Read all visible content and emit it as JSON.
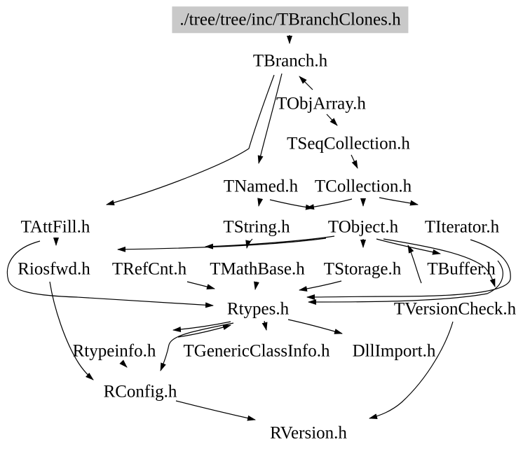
{
  "graph": {
    "root": {
      "label": "./tree/tree/inc/TBranchClones.h",
      "fill": "#c9c9c9"
    },
    "nodes": [
      {
        "id": "TBranchClones",
        "label": "./tree/tree/inc/TBranchClones.h"
      },
      {
        "id": "TBranch",
        "label": "TBranch.h"
      },
      {
        "id": "TObjArray",
        "label": "TObjArray.h"
      },
      {
        "id": "TSeqCollection",
        "label": "TSeqCollection.h"
      },
      {
        "id": "TNamed",
        "label": "TNamed.h"
      },
      {
        "id": "TCollection",
        "label": "TCollection.h"
      },
      {
        "id": "TAttFill",
        "label": "TAttFill.h"
      },
      {
        "id": "TString",
        "label": "TString.h"
      },
      {
        "id": "TObject",
        "label": "TObject.h"
      },
      {
        "id": "TIterator",
        "label": "TIterator.h"
      },
      {
        "id": "Riosfwd",
        "label": "Riosfwd.h"
      },
      {
        "id": "TRefCnt",
        "label": "TRefCnt.h"
      },
      {
        "id": "TMathBase",
        "label": "TMathBase.h"
      },
      {
        "id": "TStorage",
        "label": "TStorage.h"
      },
      {
        "id": "TBuffer",
        "label": "TBuffer.h"
      },
      {
        "id": "Rtypes",
        "label": "Rtypes.h"
      },
      {
        "id": "TVersionCheck",
        "label": "TVersionCheck.h"
      },
      {
        "id": "Rtypeinfo",
        "label": "Rtypeinfo.h"
      },
      {
        "id": "TGenericClassInfo",
        "label": "TGenericClassInfo.h"
      },
      {
        "id": "DllImport",
        "label": "DllImport.h"
      },
      {
        "id": "RConfig",
        "label": "RConfig.h"
      },
      {
        "id": "RVersion",
        "label": "RVersion.h"
      }
    ],
    "edges": [
      {
        "from": "TBranchClones",
        "to": "TBranch"
      },
      {
        "from": "TObjArray",
        "to": "TBranch"
      },
      {
        "from": "TBranch",
        "to": "TNamed"
      },
      {
        "from": "TBranch",
        "to": "TAttFill"
      },
      {
        "from": "TObjArray",
        "to": "TSeqCollection"
      },
      {
        "from": "TSeqCollection",
        "to": "TCollection"
      },
      {
        "from": "TNamed",
        "to": "TString"
      },
      {
        "from": "TNamed",
        "to": "TObject"
      },
      {
        "from": "TCollection",
        "to": "TString"
      },
      {
        "from": "TCollection",
        "to": "TObject"
      },
      {
        "from": "TCollection",
        "to": "TIterator"
      },
      {
        "from": "TAttFill",
        "to": "Riosfwd"
      },
      {
        "from": "TObject",
        "to": "Riosfwd"
      },
      {
        "from": "TObject",
        "to": "TRefCnt"
      },
      {
        "from": "TString",
        "to": "TMathBase"
      },
      {
        "from": "TObject",
        "to": "TStorage"
      },
      {
        "from": "TBuffer",
        "to": "TObject"
      },
      {
        "from": "TObject",
        "to": "TBuffer"
      },
      {
        "from": "TMathBase",
        "to": "Rtypes"
      },
      {
        "from": "TRefCnt",
        "to": "Rtypes"
      },
      {
        "from": "TAttFill",
        "to": "Rtypes"
      },
      {
        "from": "TStorage",
        "to": "Rtypes"
      },
      {
        "from": "TIterator",
        "to": "Rtypes"
      },
      {
        "from": "TBuffer",
        "to": "Rtypes"
      },
      {
        "from": "TObject",
        "to": "TVersionCheck"
      },
      {
        "from": "Rtypes",
        "to": "Rtypeinfo"
      },
      {
        "from": "TGenericClassInfo",
        "to": "Rtypes"
      },
      {
        "from": "Rtypes",
        "to": "TGenericClassInfo"
      },
      {
        "from": "Rtypes",
        "to": "DllImport"
      },
      {
        "from": "Rtypes",
        "to": "RConfig"
      },
      {
        "from": "Rtypeinfo",
        "to": "RConfig"
      },
      {
        "from": "Riosfwd",
        "to": "RConfig"
      },
      {
        "from": "RConfig",
        "to": "RVersion"
      },
      {
        "from": "TVersionCheck",
        "to": "RVersion"
      }
    ]
  }
}
